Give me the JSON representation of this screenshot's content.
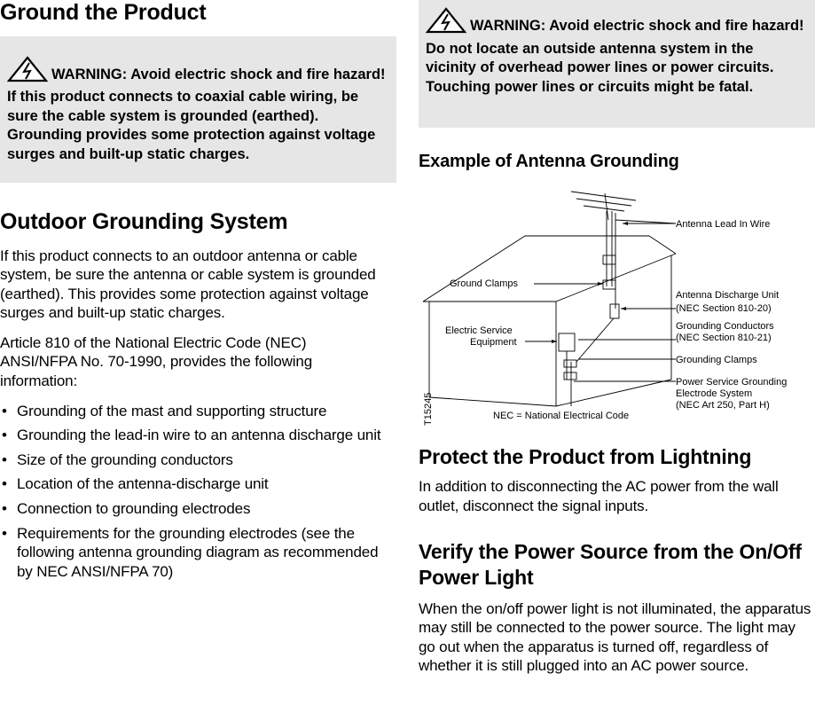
{
  "left": {
    "title": "Ground the Product",
    "warning": "WARNING: Avoid electric shock and fire hazard! If this product connects to coaxial cable wiring, be sure the cable system is grounded (earthed). Grounding provides some protection against voltage surges and built-up static charges.",
    "section_title": "Outdoor Grounding System",
    "para1": "If this product connects to an outdoor antenna or cable system, be sure the antenna or cable system is grounded (earthed). This provides some protection against voltage surges and built-up static charges.",
    "para2": "Article 810 of the National Electric Code (NEC) ANSI/NFPA No. 70-1990, provides the following information:",
    "bullets": [
      "Grounding of the mast and supporting structure",
      "Grounding the lead-in wire to an antenna discharge unit",
      "Size of the grounding conductors",
      "Location of the antenna-discharge unit",
      "Connection to grounding electrodes",
      "Requirements for the grounding electrodes (see the following antenna grounding diagram as recommended by NEC ANSI/NFPA 70)"
    ]
  },
  "right": {
    "warning": "WARNING: Avoid electric shock and fire hazard! Do not locate an outside antenna system in the vicinity of overhead power lines or power circuits. Touching power lines or circuits might be fatal.",
    "diagram_title": "Example of Antenna Grounding",
    "diagram": {
      "labels": {
        "antenna_lead": "Antenna Lead In Wire",
        "ground_clamps": "Ground Clamps",
        "discharge_unit_1": "Antenna Discharge Unit",
        "discharge_unit_2": "(NEC Section 810-20)",
        "conductors_1": "Grounding Conductors",
        "conductors_2": "(NEC Section 810-21)",
        "electric_service_1": "Electric Service",
        "electric_service_2": "Equipment",
        "grounding_clamps": "Grounding Clamps",
        "power_service_1": "Power Service Grounding",
        "power_service_2": "Electrode System",
        "power_service_3": "(NEC Art 250, Part H)",
        "nec_note": "NEC = National Electrical Code",
        "figure_id": "T15245"
      }
    },
    "section_lightning_title": "Protect the Product from Lightning",
    "lightning_para": "In addition to disconnecting the AC power from the wall outlet, disconnect the signal inputs.",
    "section_power_title": "Verify the Power Source from the On/Off Power Light",
    "power_para": "When the on/off power light is not illuminated, the apparatus may still be connected to the power source. The light may go out when the apparatus is turned off, regardless of whether it is still plugged into an AC power source."
  },
  "icons": {
    "warning": "electric-hazard-triangle-icon"
  }
}
